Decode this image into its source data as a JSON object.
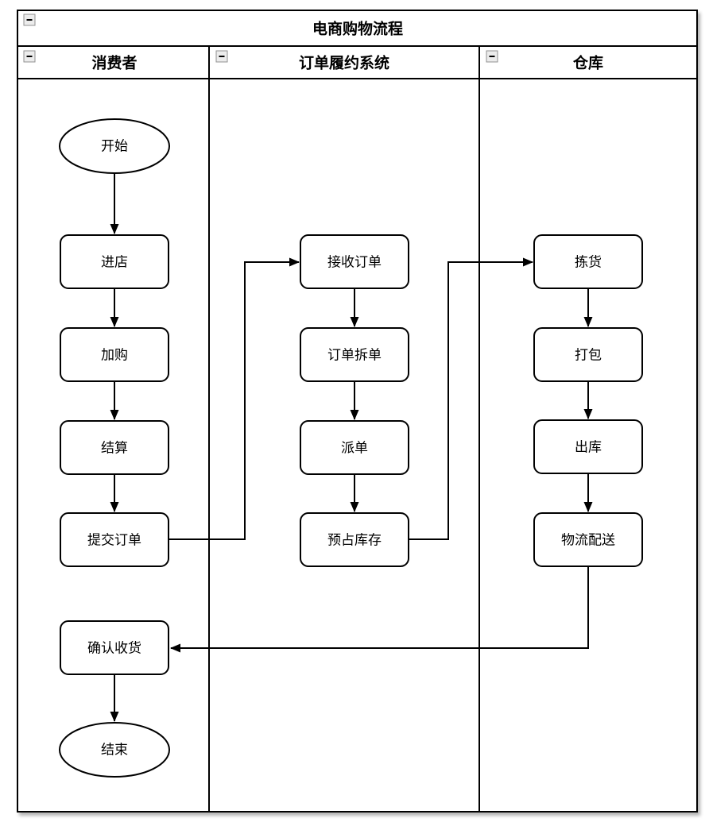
{
  "diagram": {
    "title": "电商购物流程",
    "colors": {
      "stroke": "#000000",
      "fill": "#ffffff",
      "collapse_button_bg": "#ececec"
    },
    "icons": {
      "collapse": "minus-icon"
    },
    "lanes": [
      {
        "label": "消费者",
        "nodes": [
          {
            "id": "start",
            "label": "开始",
            "shape": "ellipse"
          },
          {
            "id": "enter-store",
            "label": "进店",
            "shape": "rounded-rect"
          },
          {
            "id": "add-to-cart",
            "label": "加购",
            "shape": "rounded-rect"
          },
          {
            "id": "checkout",
            "label": "结算",
            "shape": "rounded-rect"
          },
          {
            "id": "submit-order",
            "label": "提交订单",
            "shape": "rounded-rect"
          },
          {
            "id": "confirm-receipt",
            "label": "确认收货",
            "shape": "rounded-rect"
          },
          {
            "id": "end",
            "label": "结束",
            "shape": "ellipse"
          }
        ]
      },
      {
        "label": "订单履约系统",
        "nodes": [
          {
            "id": "receive-order",
            "label": "接收订单",
            "shape": "rounded-rect"
          },
          {
            "id": "split-order",
            "label": "订单拆单",
            "shape": "rounded-rect"
          },
          {
            "id": "dispatch-order",
            "label": "派单",
            "shape": "rounded-rect"
          },
          {
            "id": "reserve-stock",
            "label": "预占库存",
            "shape": "rounded-rect"
          }
        ]
      },
      {
        "label": "仓库",
        "nodes": [
          {
            "id": "pick-goods",
            "label": "拣货",
            "shape": "rounded-rect"
          },
          {
            "id": "pack-goods",
            "label": "打包",
            "shape": "rounded-rect"
          },
          {
            "id": "outbound",
            "label": "出库",
            "shape": "rounded-rect"
          },
          {
            "id": "logistics-delivery",
            "label": "物流配送",
            "shape": "rounded-rect"
          }
        ]
      }
    ],
    "flows": [
      {
        "from": "start",
        "to": "enter-store"
      },
      {
        "from": "enter-store",
        "to": "add-to-cart"
      },
      {
        "from": "add-to-cart",
        "to": "checkout"
      },
      {
        "from": "checkout",
        "to": "submit-order"
      },
      {
        "from": "submit-order",
        "to": "receive-order"
      },
      {
        "from": "receive-order",
        "to": "split-order"
      },
      {
        "from": "split-order",
        "to": "dispatch-order"
      },
      {
        "from": "dispatch-order",
        "to": "reserve-stock"
      },
      {
        "from": "reserve-stock",
        "to": "pick-goods"
      },
      {
        "from": "pick-goods",
        "to": "pack-goods"
      },
      {
        "from": "pack-goods",
        "to": "outbound"
      },
      {
        "from": "outbound",
        "to": "logistics-delivery"
      },
      {
        "from": "logistics-delivery",
        "to": "confirm-receipt"
      },
      {
        "from": "confirm-receipt",
        "to": "end"
      }
    ]
  }
}
